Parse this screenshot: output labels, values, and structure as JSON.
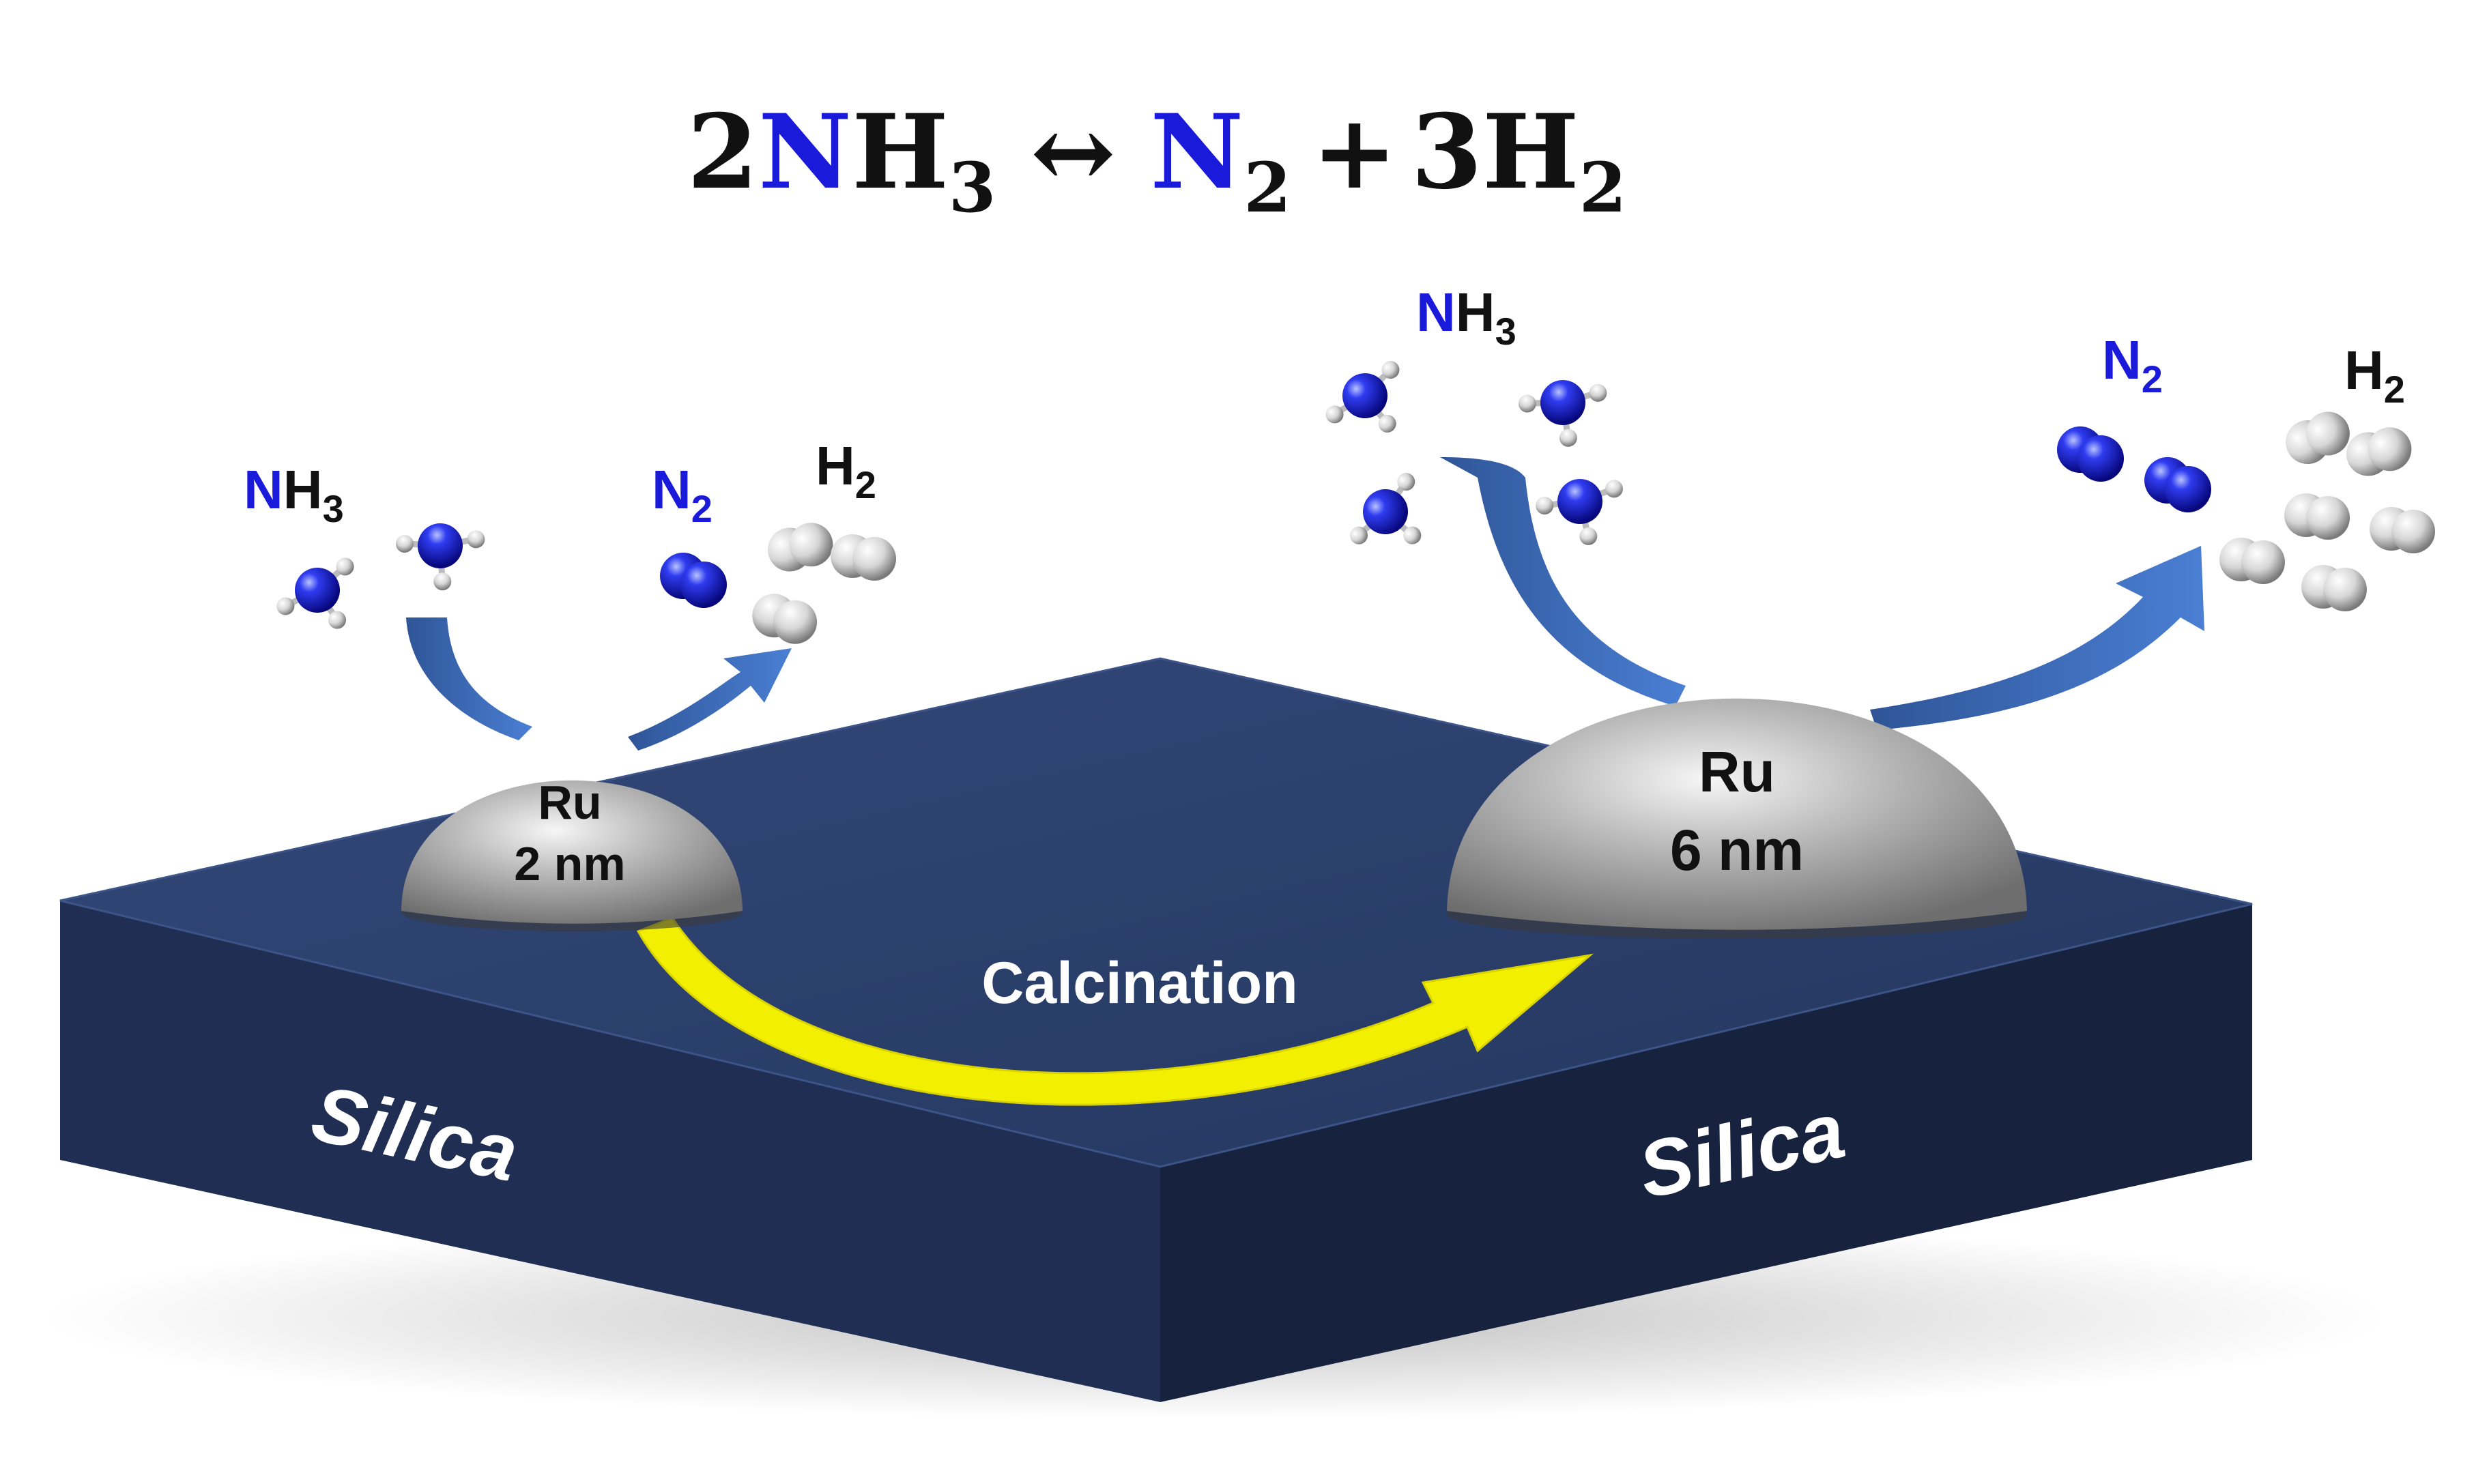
{
  "equation": {
    "lhs_coef": "2",
    "lhs_N": "N",
    "lhs_H": "H",
    "lhs_sub": "3",
    "arrow": "↔",
    "rhs_N": "N",
    "rhs_N_sub": "2",
    "plus": "+",
    "rhs_coef": "3",
    "rhs_H": "H",
    "rhs_H_sub": "2"
  },
  "left_site": {
    "nh3": {
      "main": "N",
      "rest": "H",
      "sub": "3"
    },
    "n2": {
      "main": "N",
      "sub": "2"
    },
    "h2": {
      "main": "H",
      "sub": "2"
    },
    "particle_line1": "Ru",
    "particle_line2": "2 nm",
    "support": "Silica"
  },
  "right_site": {
    "nh3": {
      "main": "N",
      "rest": "H",
      "sub": "3"
    },
    "n2": {
      "main": "N",
      "sub": "2"
    },
    "h2": {
      "main": "H",
      "sub": "2"
    },
    "particle_line1": "Ru",
    "particle_line2": "6 nm",
    "support": "Silica"
  },
  "process_label": "Calcination",
  "colors": {
    "nitrogen": "#1a1adb",
    "hydrogen": "#e8e8e8",
    "slab_top": "#2c3f68",
    "slab_left": "#1f2d4f",
    "slab_right": "#18233f",
    "flow_arrow": "#3563b0",
    "calcination_arrow": "#f2f000",
    "ru_particle": "#a8a8a8"
  }
}
